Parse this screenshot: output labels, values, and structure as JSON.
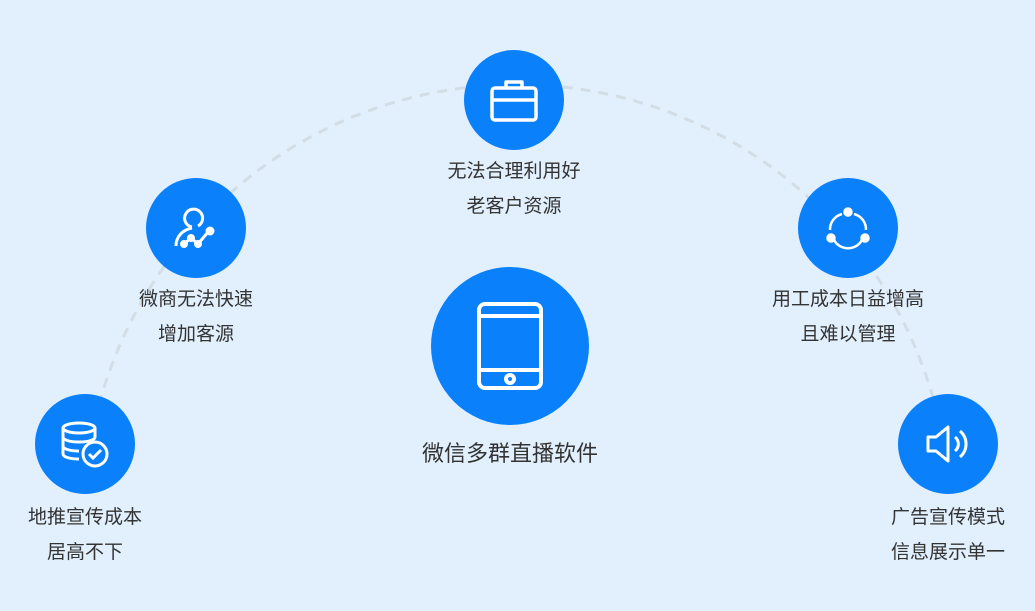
{
  "center": {
    "title": "微信多群直播软件",
    "icon": "tablet-icon"
  },
  "items": [
    {
      "icon": "briefcase-icon",
      "lines": [
        "无法合理利用好",
        "老客户资源"
      ]
    },
    {
      "icon": "user-growth-icon",
      "lines": [
        "微商无法快速",
        "增加客源"
      ]
    },
    {
      "icon": "share-cycle-icon",
      "lines": [
        "用工成本日益增高",
        "且难以管理"
      ]
    },
    {
      "icon": "database-check-icon",
      "lines": [
        "地推宣传成本",
        "居高不下"
      ]
    },
    {
      "icon": "speaker-icon",
      "lines": [
        "广告宣传模式",
        "信息展示单一"
      ]
    }
  ],
  "colors": {
    "background": "#e2f0fe",
    "accent": "#0a80fb",
    "arc": "#d3dde6"
  }
}
